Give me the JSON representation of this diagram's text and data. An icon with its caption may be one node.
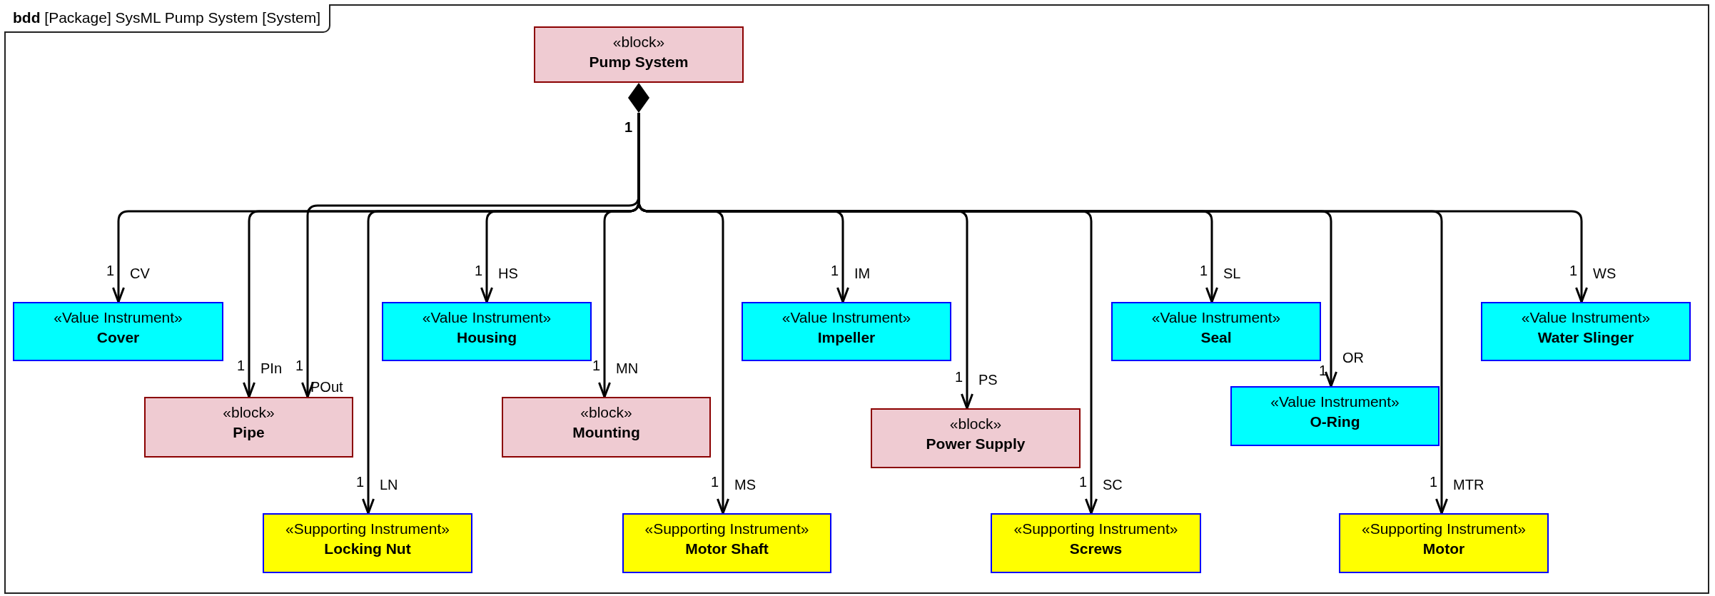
{
  "diagram": {
    "title": "**bdd** [Package] SysML Pump System [System]",
    "nodes": [
      {
        "text": [
          "«block»",
          "Pump System"
        ]
      },
      {
        "text": [
          "«Value Instrument»",
          "Cover"
        ]
      },
      {
        "text": [
          "«Value Instrument»",
          "Housing"
        ]
      },
      {
        "text": [
          "«Value Instrument»",
          "Impeller"
        ]
      },
      {
        "text": [
          "«Value Instrument»",
          "Seal"
        ]
      },
      {
        "text": [
          "«Value Instrument»",
          "Water Slinger"
        ]
      },
      {
        "text": [
          "«block»",
          "Pipe"
        ]
      },
      {
        "text": [
          "«block»",
          "Mounting"
        ]
      },
      {
        "text": [
          "«block»",
          "Power Supply"
        ]
      },
      {
        "text": [
          "«Value Instrument»",
          "O-Ring"
        ]
      },
      {
        "text": [
          "«Supporting Instrument»",
          "Locking Nut"
        ]
      },
      {
        "text": [
          "«Supporting Instrument»",
          "Motor Shaft"
        ]
      },
      {
        "text": [
          "«Supporting Instrument»",
          "Screws"
        ]
      },
      {
        "text": [
          "«Supporting Instrument»",
          "Motor"
        ]
      }
    ],
    "edges": [
      {
        "from": 0,
        "to": 1,
        "arrow": "to",
        "label": "CV"
      },
      {
        "from": 0,
        "to": 6,
        "arrow": "to",
        "label": "PIn"
      },
      {
        "from": 0,
        "to": 6,
        "arrow": "to",
        "label": "POut"
      },
      {
        "from": 0,
        "to": 10,
        "arrow": "to",
        "label": "LN"
      },
      {
        "from": 0,
        "to": 2,
        "arrow": "to",
        "label": "HS"
      },
      {
        "from": 0,
        "to": 7,
        "arrow": "to",
        "label": "MN"
      },
      {
        "from": 0,
        "to": 11,
        "arrow": "to",
        "label": "MS"
      },
      {
        "from": 0,
        "to": 3,
        "arrow": "to",
        "label": "IM"
      },
      {
        "from": 0,
        "to": 8,
        "arrow": "to",
        "label": "PS"
      },
      {
        "from": 0,
        "to": 12,
        "arrow": "to",
        "label": "SC"
      },
      {
        "from": 0,
        "to": 4,
        "arrow": "to",
        "label": "SL"
      },
      {
        "from": 0,
        "to": 9,
        "arrow": "to",
        "label": "OR"
      },
      {
        "from": 0,
        "to": 13,
        "arrow": "to",
        "label": "MTR"
      },
      {
        "from": 0,
        "to": 5,
        "arrow": "to",
        "label": "WS"
      }
    ],
    "labels": [
      "1",
      "1",
      "1",
      "1",
      "1",
      "1",
      "1",
      "1",
      "1",
      "1",
      "1",
      "1",
      "1",
      "1",
      "1"
    ]
  }
}
